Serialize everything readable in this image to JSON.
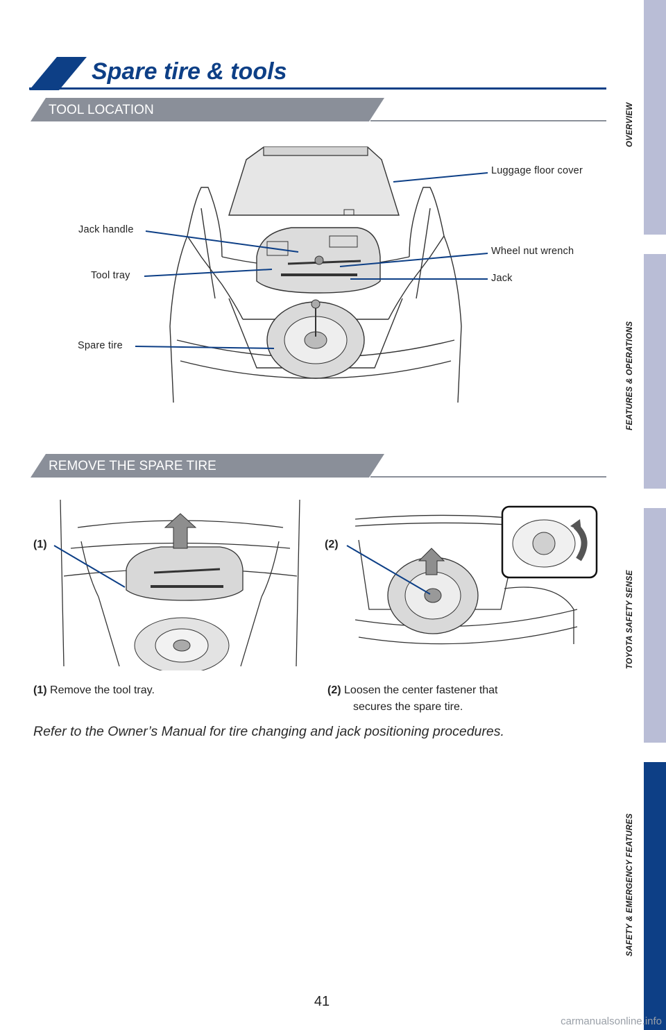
{
  "header": {
    "title": "Spare tire & tools"
  },
  "sections": {
    "tool_location": "TOOL LOCATION",
    "remove_spare": "REMOVE THE SPARE TIRE"
  },
  "callouts": {
    "luggage_floor_cover": "Luggage floor cover",
    "jack_handle": "Jack handle",
    "wheel_nut_wrench": "Wheel nut wrench",
    "tool_tray": "Tool tray",
    "jack": "Jack",
    "spare_tire": "Spare tire"
  },
  "steps": [
    {
      "marker": "(1)",
      "label": "(1)",
      "text": "Remove the tool tray."
    },
    {
      "marker": "(2)",
      "label": "(2)",
      "text_line1": "Loosen the center fastener that",
      "text_line2": "secures the spare tire."
    }
  ],
  "note": "Refer to the Owner’s Manual for tire changing and jack positioning procedures.",
  "side_tabs": {
    "overview": "OVERVIEW",
    "features": "FEATURES & OPERATIONS",
    "safety_sense": "TOYOTA SAFETY SENSE",
    "emergency": "SAFETY & EMERGENCY FEATURES",
    "active_tab": "SAFETY & EMERGENCY FEATURES"
  },
  "page_number": "41",
  "watermark": "carmanualsonline.info",
  "colors": {
    "brand_blue": "#0d3f86",
    "tab_inactive": "#b9bdd6",
    "section_gray": "#8a8f99",
    "callout_line": "#0d3f86"
  }
}
